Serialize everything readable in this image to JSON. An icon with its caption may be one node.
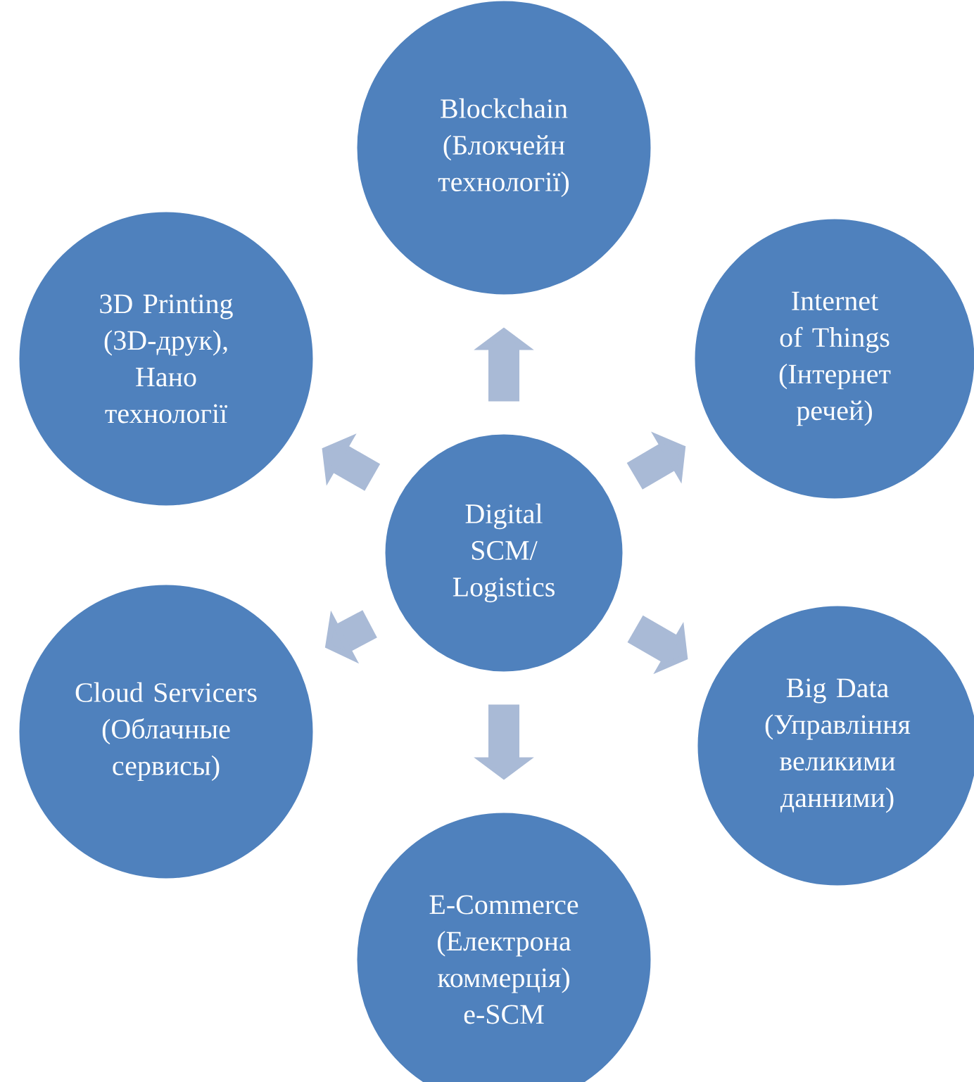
{
  "diagram": {
    "nodes": [
      {
        "text": [
          "Blockchain (Блокчейн технології)"
        ]
      },
      {
        "text": [
          "3D Printing (3D-друк), Нано технології"
        ]
      },
      {
        "text": [
          "Internet of Things (Інтернет речей)"
        ]
      },
      {
        "text": [
          "Digital SCM/ Logistics"
        ]
      },
      {
        "text": [
          "Cloud Servicers (Облачные сервисы)"
        ]
      },
      {
        "text": [
          "Big Data (Управління великими данними)"
        ]
      },
      {
        "text": [
          "E-Commerce (Електрона коммерція) e-SCM"
        ]
      }
    ],
    "edges": [
      {
        "from": 3,
        "to": 0,
        "arrow": "to"
      },
      {
        "from": 3,
        "to": 1,
        "arrow": "to"
      },
      {
        "from": 3,
        "to": 2,
        "arrow": "to"
      },
      {
        "from": 3,
        "to": 4,
        "arrow": "to"
      },
      {
        "from": 3,
        "to": 5,
        "arrow": "to"
      },
      {
        "from": 3,
        "to": 6,
        "arrow": "to"
      }
    ]
  }
}
